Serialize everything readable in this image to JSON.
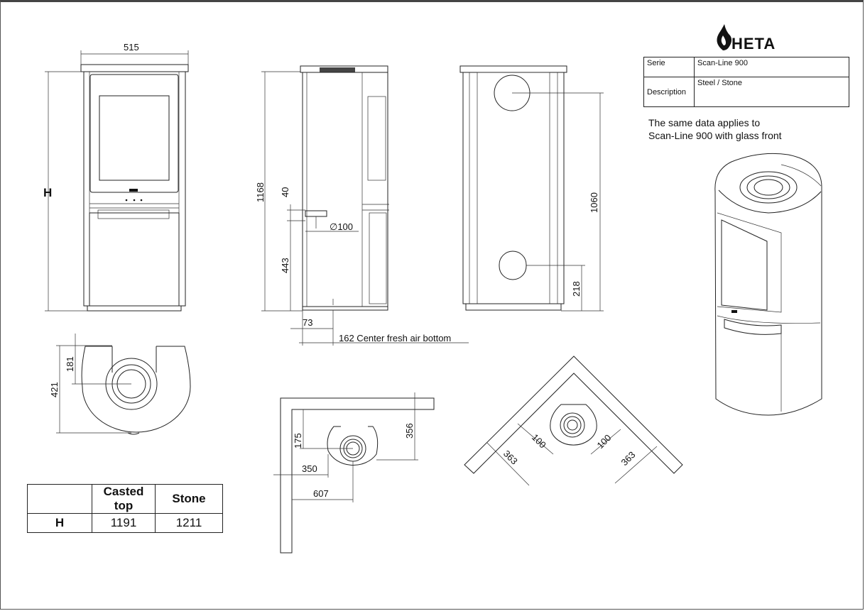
{
  "brand": {
    "name": "HETA",
    "logo_icon": "flame-icon"
  },
  "info_table": [
    {
      "key": "Serie",
      "value": "Scan-Line 900"
    },
    {
      "key": "Description",
      "value": "Steel / Stone"
    }
  ],
  "note": [
    "The same data applies to",
    "Scan-Line 900 with glass front"
  ],
  "height_table": {
    "headers": [
      "",
      "Casted top",
      "Stone"
    ],
    "rows": [
      {
        "label": "H",
        "values": [
          "1191",
          "1211"
        ]
      }
    ]
  },
  "dimensions": {
    "front_width": "515",
    "front_height": "H",
    "side_height": "1168",
    "side_offset_top": "40",
    "side_flue_diameter": "∅100",
    "side_flue_height": "443",
    "side_depth_73": "73",
    "side_fresh_air": "162 Center fresh air bottom",
    "back_flue_height": "1060",
    "back_air_height": "218",
    "top_depth": "421",
    "top_center": "181",
    "wall_175": "175",
    "wall_356": "356",
    "wall_350": "350",
    "wall_607": "607",
    "corner_100_left": "100",
    "corner_100_right": "100",
    "corner_363_left": "363",
    "corner_363_right": "363"
  }
}
